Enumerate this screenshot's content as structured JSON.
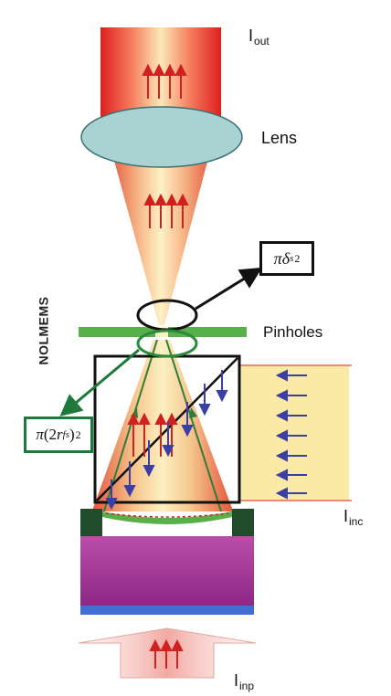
{
  "labels": {
    "i_out": {
      "main": "I",
      "sub": "out"
    },
    "lens": "Lens",
    "pinholes": "Pinholes",
    "nolmems": "NOLMEMS",
    "i_inc": {
      "main": "I",
      "sub": "inc"
    },
    "i_inp": {
      "main": "I",
      "sub": "inp"
    }
  },
  "boxes": {
    "spot_area": {
      "pi": "π",
      "delta": "δ",
      "sub": "s",
      "sup": "2"
    },
    "source_area": {
      "pi": "π",
      "open": "(2",
      "r": "r",
      "sub": "fs",
      "close": ")",
      "sup": "2"
    }
  },
  "colors": {
    "beam_red": "#e23a2f",
    "beam_yellow": "#fbeaa6",
    "lens_fill": "#a9d3d3",
    "pinhole_green": "#58b04a",
    "callout_green": "#1d7a3a",
    "gate_purple": "#a03596",
    "substrate_blue": "#3f6fd0",
    "dark_green_block": "#1f4d2c"
  }
}
